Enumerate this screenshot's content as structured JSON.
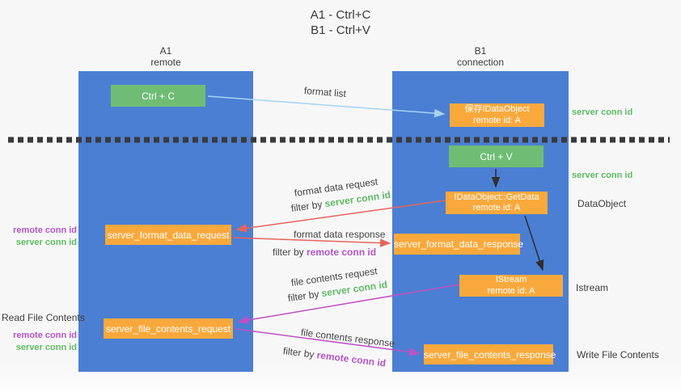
{
  "title": {
    "line1": "A1 - Ctrl+C",
    "line2": "B1 - Ctrl+V"
  },
  "lanes": {
    "a1": {
      "name": "A1",
      "subtitle": "remote"
    },
    "b1": {
      "name": "B1",
      "subtitle": "connection"
    }
  },
  "nodes": {
    "ctrl_c": {
      "label": "Ctrl + C"
    },
    "ctrl_v": {
      "label": "Ctrl + V"
    },
    "save_dataobject": {
      "line1": "保存IDataObject",
      "line2": "remote id: A"
    },
    "getdata": {
      "line1": "IDataObject::GetData",
      "line2": "remote id: A"
    },
    "istream": {
      "line1": "IStream",
      "line2": "remote id: A"
    },
    "format_request": {
      "label": "server_format_data_request"
    },
    "format_response": {
      "label": "server_format_data_response"
    },
    "file_request": {
      "label": "server_file_contents_request"
    },
    "file_response": {
      "label": "server_file_contents_response"
    }
  },
  "edge_labels": {
    "format_list": "format list",
    "format_data_request": "format data request",
    "format_data_request_filter_prefix": "filter by ",
    "format_data_request_filter_key": "server conn id",
    "format_data_response": "format data response",
    "format_data_response_filter_prefix": "filter by ",
    "format_data_response_filter_key": "remote conn id",
    "file_contents_request": "file contents request",
    "file_contents_request_filter_prefix": "filter by ",
    "file_contents_request_filter_key": "server conn id",
    "file_contents_response": "file contents response",
    "file_contents_response_filter_prefix": "filter by ",
    "file_contents_response_filter_key": "remote conn id"
  },
  "side_labels": {
    "left_format": {
      "remote": "remote conn id",
      "server": "server conn id"
    },
    "read_file": "Read File Contents",
    "left_file": {
      "remote": "remote conn id",
      "server": "server conn id"
    },
    "right_server_conn_top": "server conn id",
    "right_server_conn_mid": "server conn id",
    "dataobject": "DataObject",
    "istream": "Istream",
    "write_file": "Write File Contents"
  },
  "colors": {
    "lane_blue": "#4b7fd3",
    "box_green": "#6fbd74",
    "box_orange": "#f9a93c",
    "arrow_lightblue": "#a6d3ef",
    "arrow_red": "#e8645c",
    "arrow_magenta": "#bf52c4",
    "arrow_black": "#2e2e2e",
    "text_green": "#5fbb63",
    "text_purple": "#b455c8",
    "text_dark": "#3d3d3d",
    "dotted_line": "#3a3a3a"
  }
}
